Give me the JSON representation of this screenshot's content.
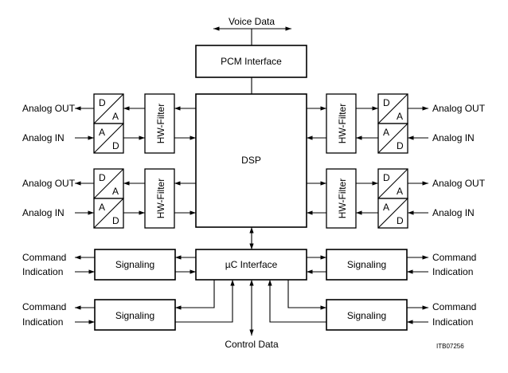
{
  "voice_data": "Voice Data",
  "pcm_interface": "PCM Interface",
  "dsp": "DSP",
  "uc_interface": "µC Interface",
  "control_data": "Control Data",
  "hw_filter": "HW-Filter",
  "signaling": "Signaling",
  "converter_da": {
    "top": "D",
    "bottom": "A"
  },
  "converter_ad": {
    "top": "A",
    "bottom": "D"
  },
  "analog_out": "Analog OUT",
  "analog_in": "Analog IN",
  "command": "Command",
  "indication": "Indication",
  "figure_id": "ITB07256"
}
